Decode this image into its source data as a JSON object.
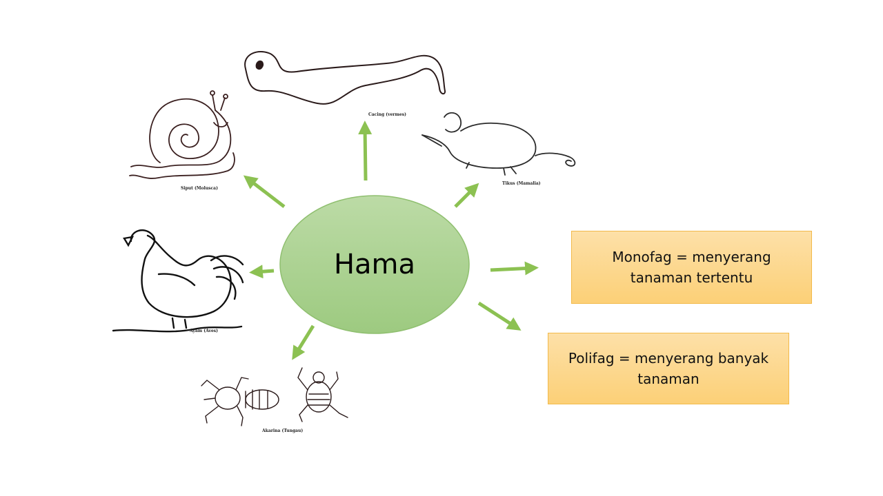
{
  "center": {
    "label": "Hama"
  },
  "animals": [
    {
      "id": "worm",
      "caption": "Cacing (vermes)"
    },
    {
      "id": "snail",
      "caption": "Siput (Molusca)"
    },
    {
      "id": "mouse",
      "caption": "Tikus (Mamalia)"
    },
    {
      "id": "chicken",
      "caption": "Ayam (Aves)"
    },
    {
      "id": "mites",
      "caption": "Akarina (Tungau)"
    }
  ],
  "boxes": [
    {
      "id": "monofag",
      "text": "Monofag = menyerang tanaman tertentu"
    },
    {
      "id": "polifag",
      "text": "Polifag = menyerang banyak tanaman"
    }
  ],
  "colors": {
    "arrow": "#8cc152",
    "ellipse_fill": "#a9d18e",
    "ellipse_stroke": "#70ad47",
    "box_fill": "#fdd58a",
    "box_border": "#f2b94a"
  }
}
